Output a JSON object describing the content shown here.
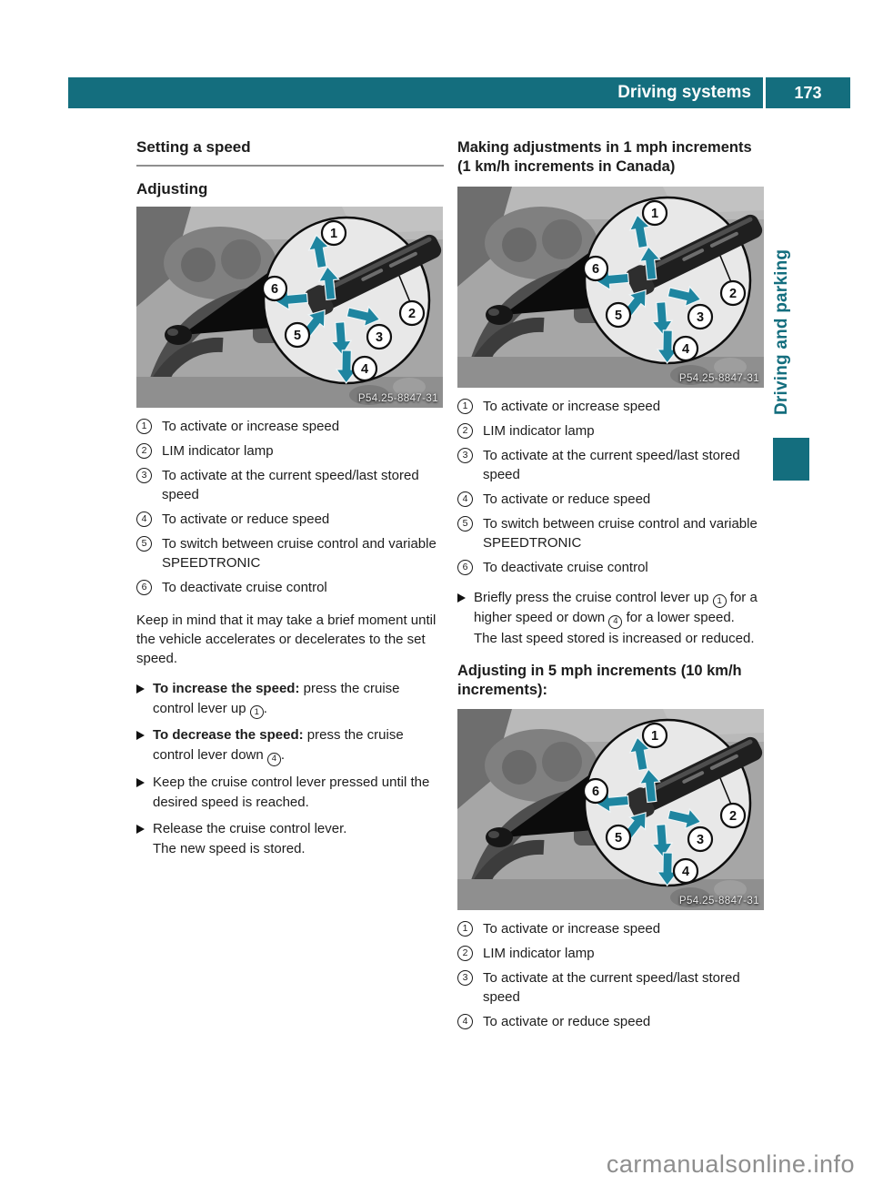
{
  "header": {
    "section_title": "Driving systems",
    "page_number": "173",
    "bar_color": "#146e7e"
  },
  "side_tab": {
    "label": "Driving and parking",
    "color": "#146e7e"
  },
  "watermark": "carmanualsonline.info",
  "figure_markers": [
    "1",
    "2",
    "3",
    "4",
    "5",
    "6"
  ],
  "figure_arrow_color": "#1e85a0",
  "left_column": {
    "title": "Setting a speed",
    "subtitle": "Adjusting",
    "figure": {
      "caption": "P54.25-8847-31"
    },
    "callouts": [
      {
        "marker": "1",
        "text": "To activate or increase speed"
      },
      {
        "marker": "2",
        "text": "LIM indicator lamp"
      },
      {
        "marker": "3",
        "text": "To activate at the current speed/last stored speed"
      },
      {
        "marker": "4",
        "text": "To activate or reduce speed"
      },
      {
        "marker": "5",
        "text": "To switch between cruise control and variable SPEEDTRONIC"
      },
      {
        "marker": "6",
        "text": "To deactivate cruise control"
      }
    ],
    "note": "Keep in mind that it may take a brief moment until the vehicle accelerates or decelerates to the set speed.",
    "steps": [
      {
        "parts": [
          {
            "type": "bold",
            "value": "To increase the speed:"
          },
          {
            "type": "text",
            "value": " press the cruise control lever up "
          },
          {
            "type": "marker",
            "value": "1"
          },
          {
            "type": "text",
            "value": "."
          }
        ]
      },
      {
        "parts": [
          {
            "type": "bold",
            "value": "To decrease the speed:"
          },
          {
            "type": "text",
            "value": " press the cruise control lever down "
          },
          {
            "type": "marker",
            "value": "4"
          },
          {
            "type": "text",
            "value": "."
          }
        ]
      },
      {
        "parts": [
          {
            "type": "text",
            "value": "Keep the cruise control lever pressed until the desired speed is reached."
          }
        ]
      },
      {
        "parts": [
          {
            "type": "text",
            "value": "Release the cruise control lever."
          },
          {
            "type": "break"
          },
          {
            "type": "text",
            "value": "The new speed is stored."
          }
        ]
      }
    ]
  },
  "right_column": {
    "heading1": "Making adjustments in 1 mph increments (1 km/h increments in Canada)",
    "figure1": {
      "caption": "P54.25-8847-31"
    },
    "callouts1": [
      {
        "marker": "1",
        "text": "To activate or increase speed"
      },
      {
        "marker": "2",
        "text": "LIM indicator lamp"
      },
      {
        "marker": "3",
        "text": "To activate at the current speed/last stored speed"
      },
      {
        "marker": "4",
        "text": "To activate or reduce speed"
      },
      {
        "marker": "5",
        "text": "To switch between cruise control and variable SPEEDTRONIC"
      },
      {
        "marker": "6",
        "text": "To deactivate cruise control"
      }
    ],
    "steps1": [
      {
        "parts": [
          {
            "type": "text",
            "value": "Briefly press the cruise control lever up "
          },
          {
            "type": "marker",
            "value": "1"
          },
          {
            "type": "text",
            "value": " for a higher speed or down "
          },
          {
            "type": "marker",
            "value": "4"
          },
          {
            "type": "text",
            "value": " for a lower speed."
          },
          {
            "type": "break"
          },
          {
            "type": "text",
            "value": "The last speed stored is increased or reduced."
          }
        ]
      }
    ],
    "heading2": "Adjusting in 5 mph increments (10 km/h increments):",
    "figure2": {
      "caption": "P54.25-8847-31"
    },
    "callouts2": [
      {
        "marker": "1",
        "text": "To activate or increase speed"
      },
      {
        "marker": "2",
        "text": "LIM indicator lamp"
      },
      {
        "marker": "3",
        "text": "To activate at the current speed/last stored speed"
      },
      {
        "marker": "4",
        "text": "To activate or reduce speed"
      }
    ]
  }
}
